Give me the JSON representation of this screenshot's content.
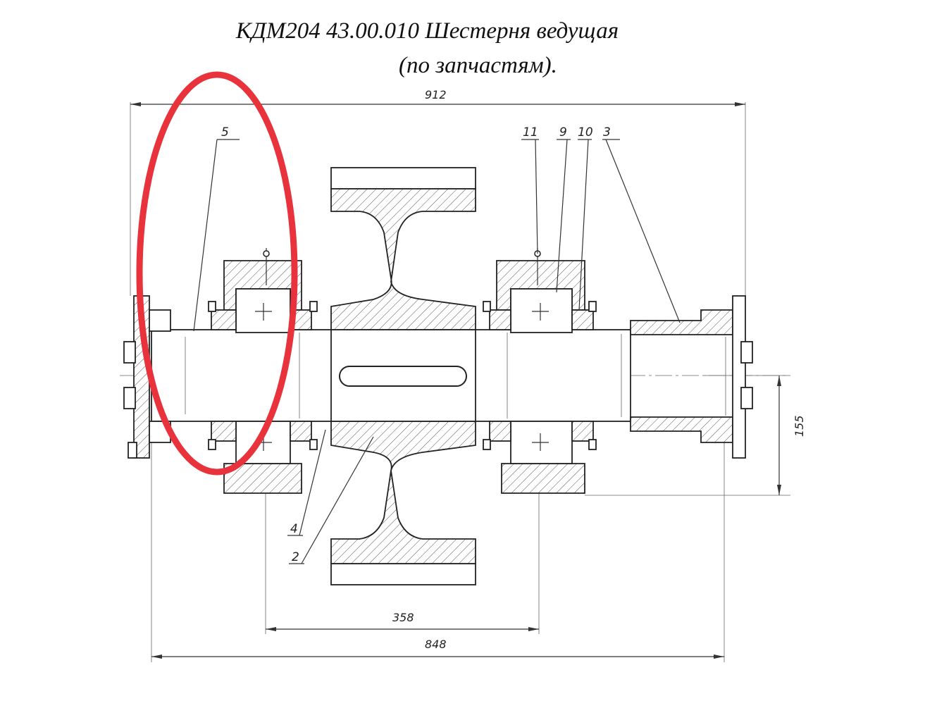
{
  "title": {
    "line1": "КДМ204 43.00.010 Шестерня ведущая",
    "line2": "(по запчастям)."
  },
  "dimensions": {
    "overall": "912",
    "bearing_span": "358",
    "base": "848",
    "height": "155"
  },
  "callouts": {
    "p5": "5",
    "p11": "11",
    "p9": "9",
    "p10": "10",
    "p3": "3",
    "p4": "4",
    "p2": "2"
  },
  "highlight_color": "#e8323c"
}
